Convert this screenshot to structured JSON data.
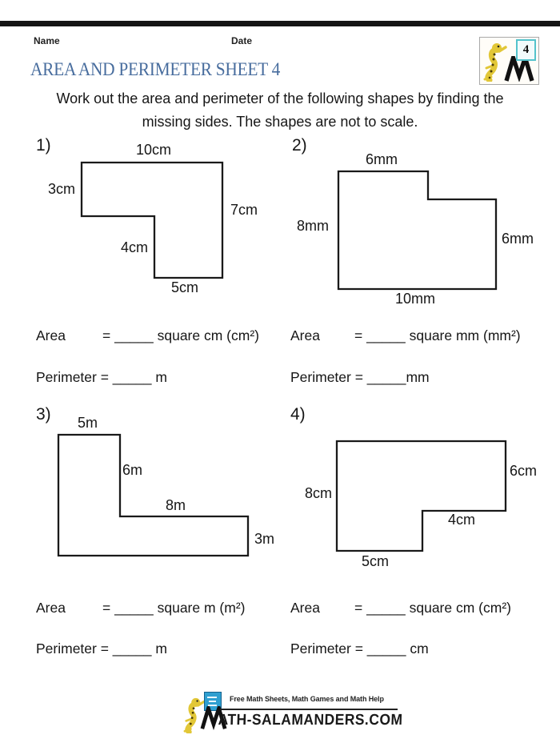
{
  "header": {
    "name_label": "Name",
    "date_label": "Date",
    "title": "AREA AND PERIMETER SHEET 4",
    "instructions_line1": "Work out the area and perimeter of the following shapes by finding the",
    "instructions_line2": "missing sides. The shapes are not to scale.",
    "logo_number": "4"
  },
  "colors": {
    "title_blue": "#486d9e",
    "top_bar_black": "#151515",
    "salamander_yellow": "#e2c737",
    "logo_board_teal": "#54c3cc",
    "footer_board_blue": "#2f9fd0"
  },
  "problems": [
    {
      "number": "1)",
      "dims": {
        "top": "10cm",
        "left": "3cm",
        "right": "7cm",
        "inner": "4cm",
        "bottom": "5cm"
      },
      "area_label": "Area",
      "area_value": "= _____ square cm (cm²)",
      "perimeter_text": "Perimeter = _____ m"
    },
    {
      "number": "2)",
      "dims": {
        "top": "6mm",
        "left": "8mm",
        "right": "6mm",
        "bottom": "10mm"
      },
      "area_label": "Area",
      "area_value": "= _____ square mm (mm²)",
      "perimeter_text": "Perimeter = _____mm"
    },
    {
      "number": "3)",
      "dims": {
        "top": "5m",
        "inner_v": "6m",
        "inner_h": "8m",
        "right": "3m"
      },
      "area_label": "Area",
      "area_value": "= _____ square m (m²)",
      "perimeter_text": "Perimeter = _____ m"
    },
    {
      "number": "4)",
      "dims": {
        "left": "8cm",
        "right": "6cm",
        "inner": "4cm",
        "bottom": "5cm"
      },
      "area_label": "Area",
      "area_value": "= _____ square cm (cm²)",
      "perimeter_text": "Perimeter = _____ cm"
    }
  ],
  "footer": {
    "tagline": "Free Math Sheets, Math Games and Math Help",
    "site_name": "ATH-SALAMANDERS.COM"
  }
}
